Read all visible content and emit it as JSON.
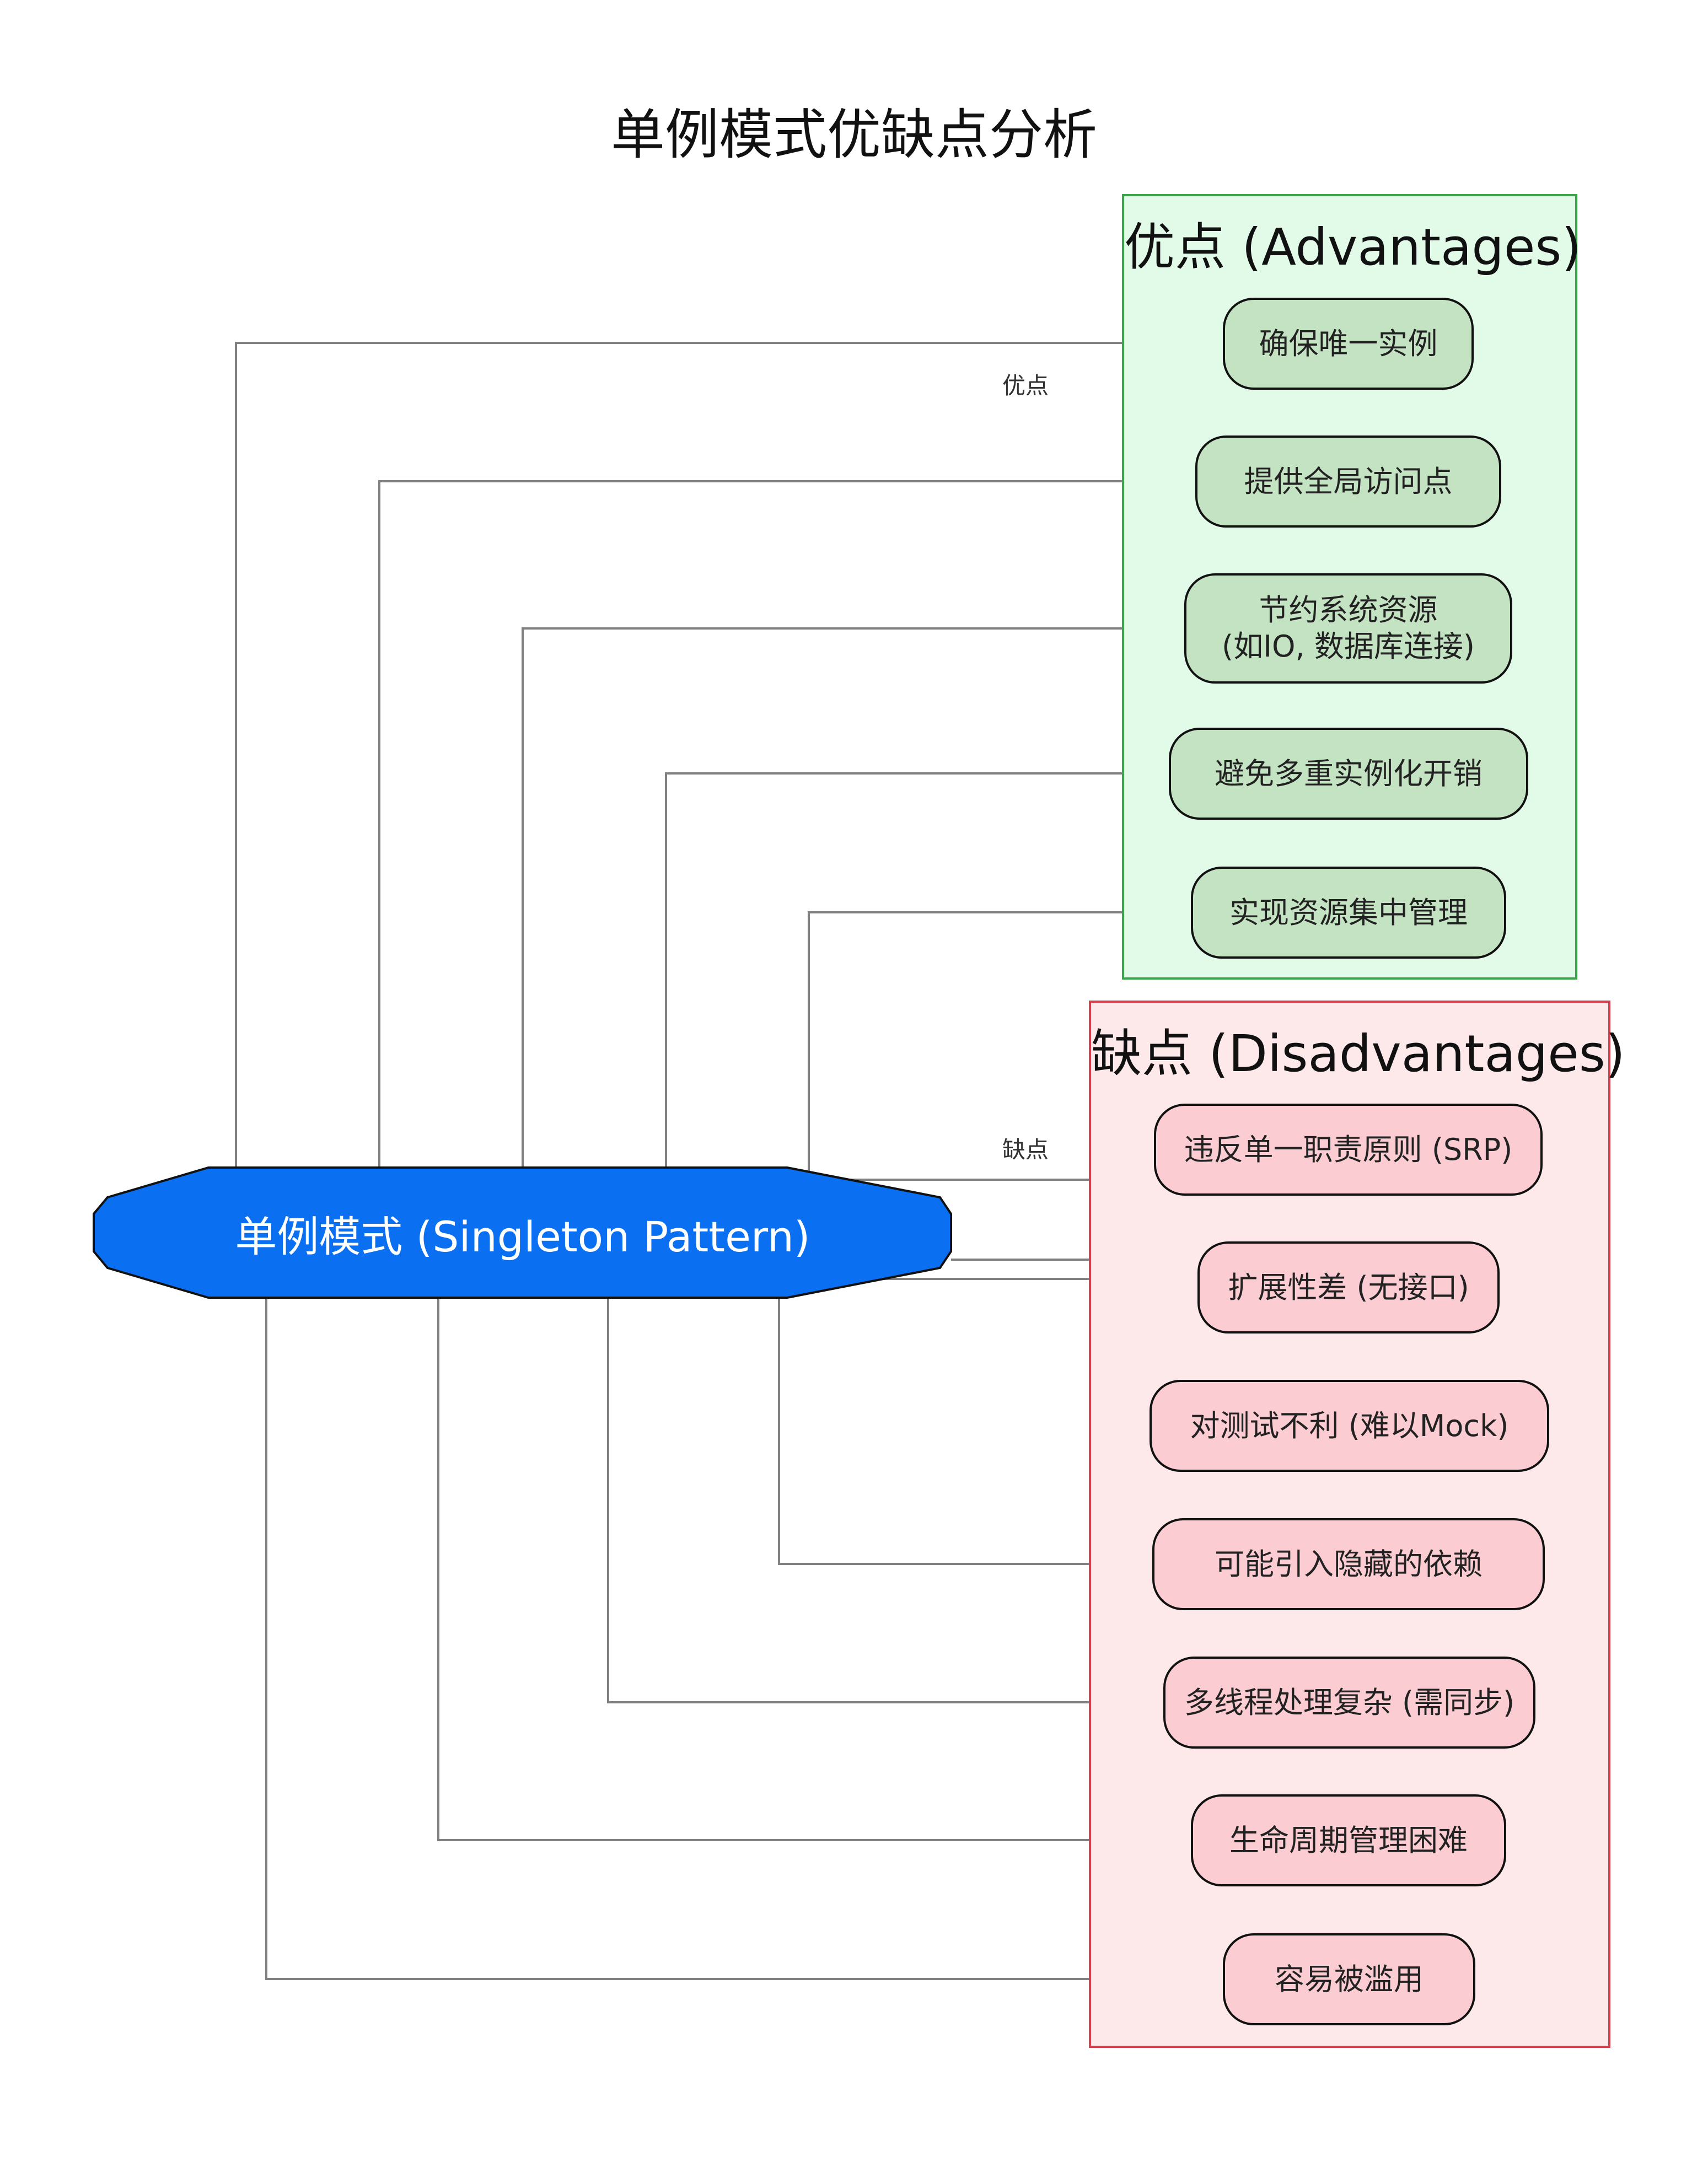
{
  "title": "单例模式优缺点分析",
  "center_node": {
    "label": "单例模式 (Singleton Pattern)",
    "color": "#0a6ff1"
  },
  "clusters": {
    "advantages": {
      "label": "优点 (Advantages)",
      "fill": "#e2fbe8",
      "border": "#3aa64a"
    },
    "disadvantages": {
      "label": "缺点 (Disadvantages)",
      "fill": "#fde9ea",
      "border": "#d5404f"
    }
  },
  "edge_labels": {
    "advantages": "优点",
    "disadvantages": "缺点"
  },
  "advantages": [
    "确保唯一实例",
    "提供全局访问点",
    "节约系统资源\n(如IO, 数据库连接)",
    "避免多重实例化开销",
    "实现资源集中管理"
  ],
  "disadvantages": [
    "违反单一职责原则 (SRP)",
    "扩展性差 (无接口)",
    "对测试不利 (难以Mock)",
    "可能引入隐藏的依赖",
    "多线程处理复杂 (需同步)",
    "生命周期管理困难",
    "容易被滥用"
  ],
  "colors": {
    "pro_node": "#c4e3c2",
    "con_node": "#fbccd1",
    "edge": "#808080"
  }
}
